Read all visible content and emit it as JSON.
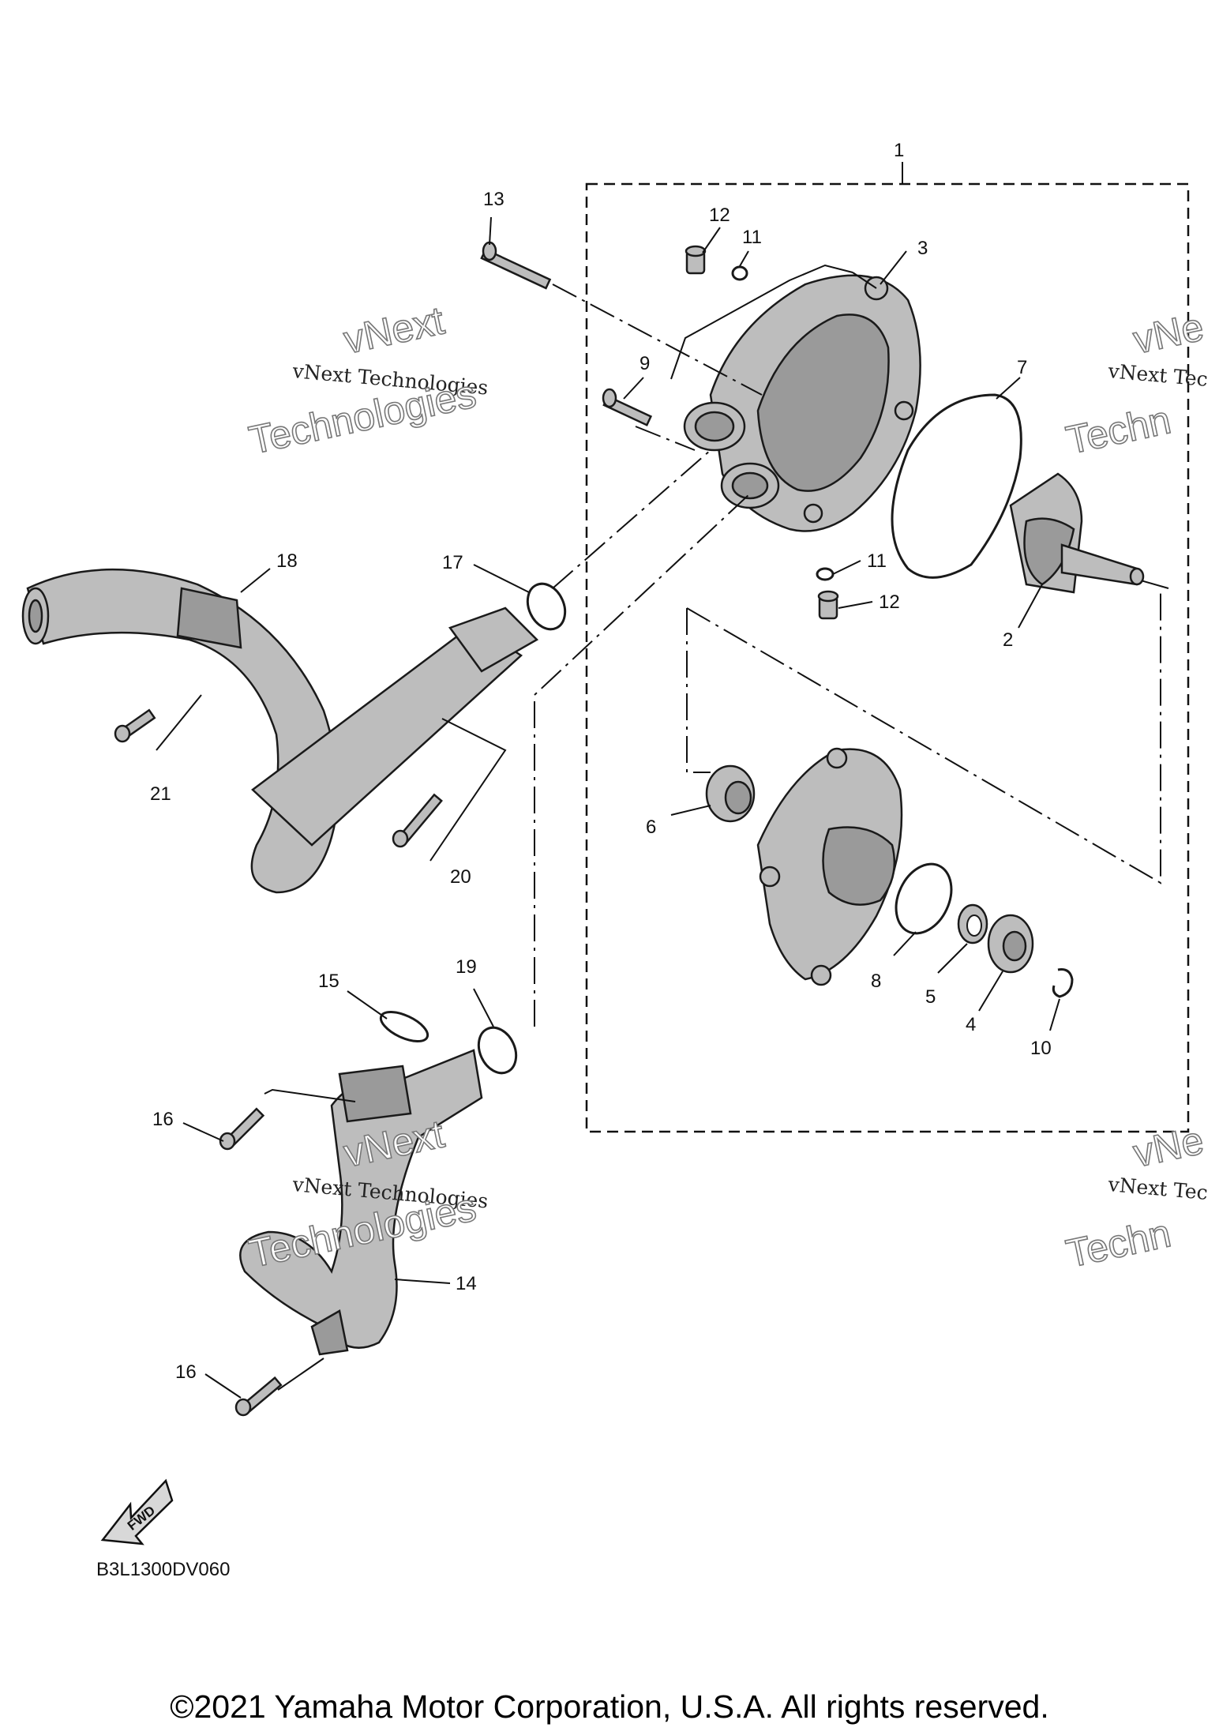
{
  "diagram": {
    "callouts": [
      {
        "label": "1"
      },
      {
        "label": "2"
      },
      {
        "label": "3"
      },
      {
        "label": "4"
      },
      {
        "label": "5"
      },
      {
        "label": "6"
      },
      {
        "label": "7"
      },
      {
        "label": "8"
      },
      {
        "label": "9"
      },
      {
        "label": "10"
      },
      {
        "label": "11"
      },
      {
        "label": "11"
      },
      {
        "label": "12"
      },
      {
        "label": "12"
      },
      {
        "label": "13"
      },
      {
        "label": "14"
      },
      {
        "label": "15"
      },
      {
        "label": "16"
      },
      {
        "label": "16"
      },
      {
        "label": "17"
      },
      {
        "label": "18"
      },
      {
        "label": "19"
      },
      {
        "label": "20"
      },
      {
        "label": "21"
      }
    ],
    "watermark": {
      "line1": "vNext Technologies",
      "big1": "vNext",
      "big2": "Technologies",
      "partial_line1": "vNext Tec",
      "partial_big1": "vNe",
      "partial_big2": "Techn"
    },
    "fwd_label": "FWD",
    "drawing_code": "B3L1300DV060"
  },
  "footer": {
    "copyright": "©2021 Yamaha Motor Corporation, U.S.A. All rights reserved."
  }
}
